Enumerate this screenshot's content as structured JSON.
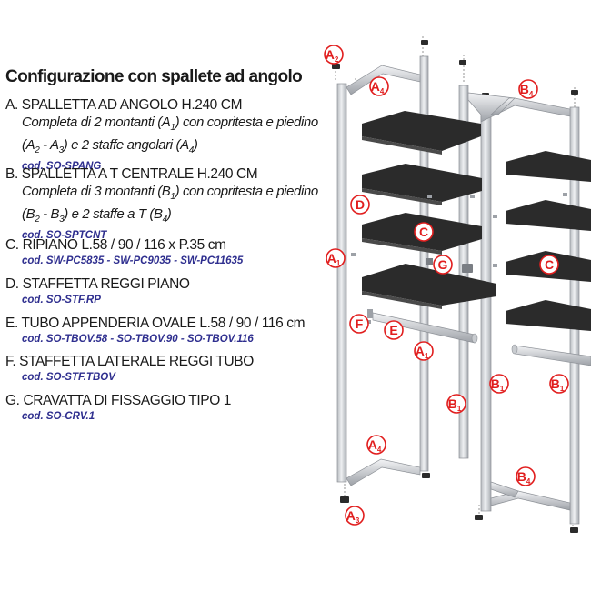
{
  "title": "Configurazione con spallete ad angolo",
  "items": [
    {
      "head": "A. SPALLETTA AD ANGOLO H.240 CM",
      "desc": [
        {
          "parts": [
            [
              "Completa di 2 montanti (A",
              ""
            ],
            [
              "1",
              "sub"
            ],
            [
              ") con copritesta e piedino",
              ""
            ]
          ]
        },
        {
          "parts": [
            [
              "(A",
              ""
            ],
            [
              "2",
              "sub"
            ],
            [
              " - A",
              ""
            ],
            [
              "3",
              "sub"
            ],
            [
              ") e 2 staffe angolari (A",
              ""
            ],
            [
              "4",
              "sub"
            ],
            [
              ")",
              ""
            ]
          ]
        }
      ],
      "code": "cod. SO-SPANG"
    },
    {
      "head": "B. SPALLETTA A T CENTRALE H.240 CM",
      "desc": [
        {
          "parts": [
            [
              "Completa di 3 montanti (B",
              ""
            ],
            [
              "1",
              "sub"
            ],
            [
              ") con copritesta e piedino",
              ""
            ]
          ]
        },
        {
          "parts": [
            [
              "(B",
              ""
            ],
            [
              "2",
              "sub"
            ],
            [
              " - B",
              ""
            ],
            [
              "3",
              "sub"
            ],
            [
              ") e 2 staffe a T (B",
              ""
            ],
            [
              "4",
              "sub"
            ],
            [
              ")",
              ""
            ]
          ]
        }
      ],
      "code": "cod. SO-SPTCNT"
    },
    {
      "head": "C. RIPIANO L.58 / 90 / 116 x P.35 cm",
      "desc": [],
      "code": "cod. SW-PC5835 - SW-PC9035 - SW-PC11635"
    },
    {
      "head": "D. STAFFETTA REGGI PIANO",
      "desc": [],
      "code": "cod. SO-STF.RP"
    },
    {
      "head": "E. TUBO APPENDERIA OVALE L.58 / 90 / 116 cm",
      "desc": [],
      "code": "cod. SO-TBOV.58 - SO-TBOV.90 - SO-TBOV.116"
    },
    {
      "head": "F. STAFFETTA LATERALE REGGI TUBO",
      "desc": [],
      "code": "cod. SO-STF.TBOV"
    },
    {
      "head": "G.  CRAVATTA DI FISSAGGIO TIPO 1",
      "desc": [],
      "code": "cod. SO-CRV.1"
    }
  ],
  "callouts": [
    {
      "letter": "A",
      "sub": "2"
    },
    {
      "letter": "A",
      "sub": "4"
    },
    {
      "letter": "B",
      "sub": "4"
    },
    {
      "letter": "D",
      "sub": ""
    },
    {
      "letter": "C",
      "sub": ""
    },
    {
      "letter": "C",
      "sub": ""
    },
    {
      "letter": "G",
      "sub": ""
    },
    {
      "letter": "A",
      "sub": "1"
    },
    {
      "letter": "F",
      "sub": ""
    },
    {
      "letter": "E",
      "sub": ""
    },
    {
      "letter": "A",
      "sub": "1"
    },
    {
      "letter": "B",
      "sub": "1"
    },
    {
      "letter": "B",
      "sub": "1"
    },
    {
      "letter": "B",
      "sub": "1"
    },
    {
      "letter": "A",
      "sub": "4"
    },
    {
      "letter": "B",
      "sub": "4"
    },
    {
      "letter": "A",
      "sub": "3"
    }
  ],
  "colors": {
    "callout": "#e11e1e",
    "shelf": "#2b2b2b",
    "metal": "#d3d5d8",
    "code": "#2f2f8f"
  }
}
